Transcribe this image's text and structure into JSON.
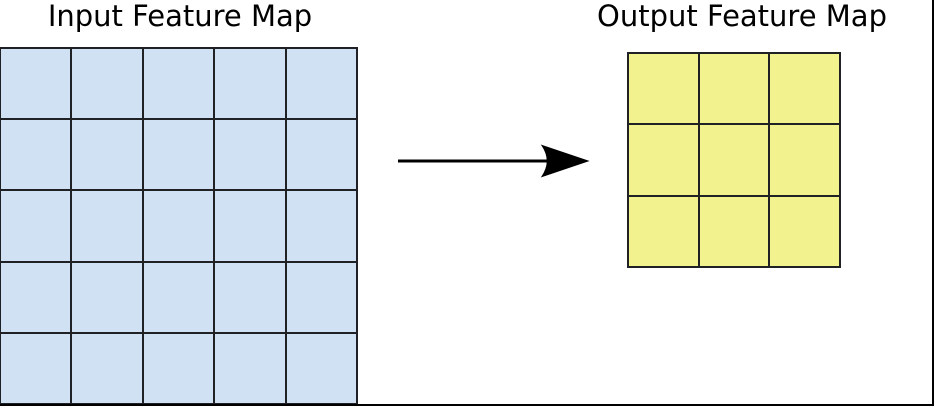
{
  "figure": {
    "input": {
      "title": "Input Feature Map",
      "rows": 5,
      "cols": 5,
      "cell_color": "#cfe1f2"
    },
    "output": {
      "title": "Output Feature Map",
      "rows": 3,
      "cols": 3,
      "cell_color": "#f2f28f"
    },
    "arrow": {
      "direction": "right",
      "color": "#000000"
    },
    "colors": {
      "grid_line": "#202124",
      "frame": "#000000",
      "background": "#ffffff"
    }
  }
}
